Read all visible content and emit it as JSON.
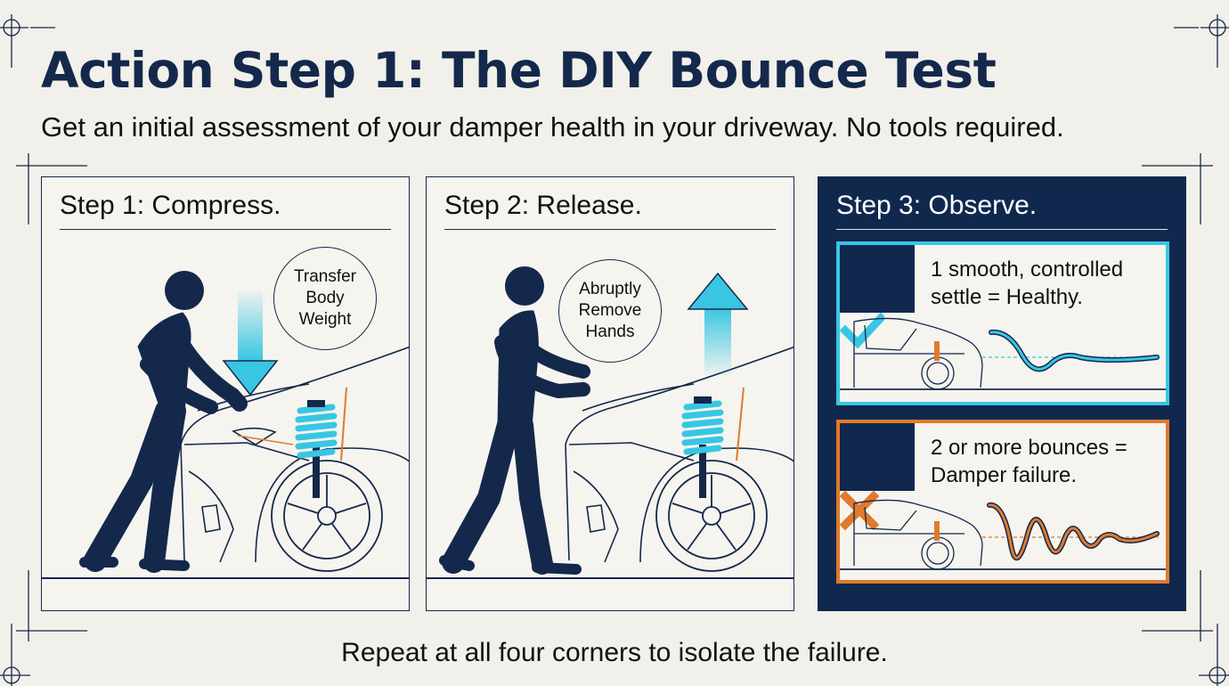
{
  "title": "Action Step 1: The DIY Bounce Test",
  "subtitle": "Get an initial assessment of your damper health in your driveway. No tools required.",
  "colors": {
    "navy": "#14284b",
    "cyan": "#38c6e3",
    "orange": "#e07a2c",
    "background": "#f1f0ea"
  },
  "panels": [
    {
      "title": "Step 1: Compress.",
      "callout": "Transfer Body Weight",
      "arrow": "down-arrow-icon"
    },
    {
      "title": "Step 2: Release.",
      "callout": "Abruptly Remove Hands",
      "arrow": "up-arrow-icon"
    },
    {
      "title": "Step 3: Observe.",
      "results": [
        {
          "icon": "checkmark-icon",
          "text": "1 smooth, controlled settle = Healthy."
        },
        {
          "icon": "x-mark-icon",
          "text": "2 or more bounces = Damper failure."
        }
      ]
    }
  ],
  "footer": "Repeat at all four corners to isolate the failure."
}
